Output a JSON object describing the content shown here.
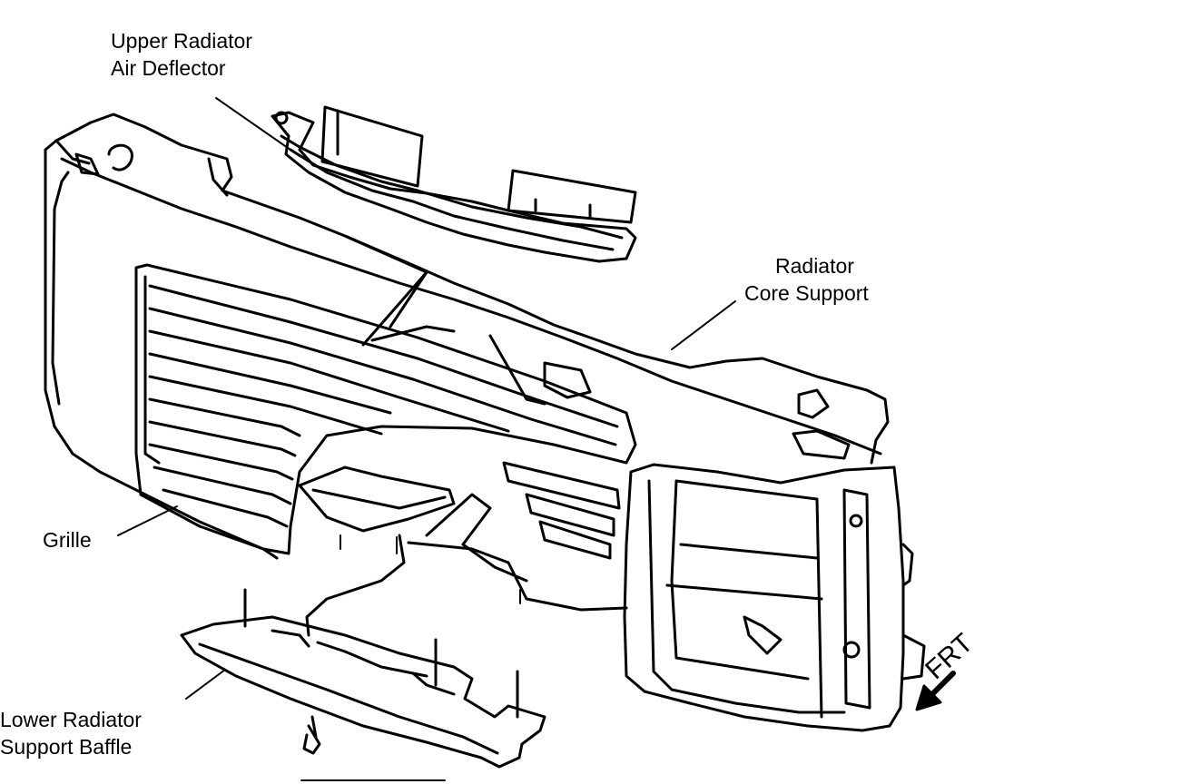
{
  "labels": {
    "upper_deflector": {
      "line1": "Upper Radiator",
      "line2": "Air Deflector"
    },
    "core_support": {
      "line1": "Radiator",
      "line2": "Core Support"
    },
    "grille": "Grille",
    "lower_baffle": {
      "line1": "Lower Radiator",
      "line2": "Support Baffle"
    },
    "front": "FRT"
  },
  "colors": {
    "ink": "#000000",
    "paper": "#ffffff"
  }
}
